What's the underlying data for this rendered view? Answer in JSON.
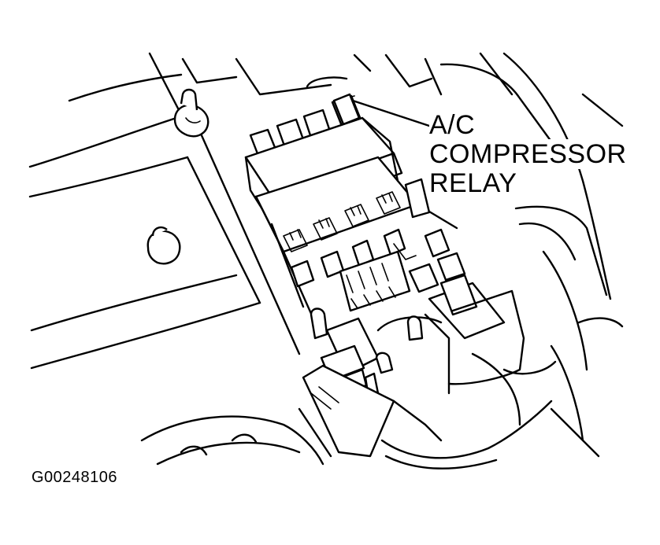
{
  "callout": {
    "lines": [
      "A/C",
      "COMPRESSOR",
      "RELAY"
    ]
  },
  "figure_id": "G00248106",
  "colors": {
    "ink": "#000000",
    "paper": "#ffffff"
  }
}
